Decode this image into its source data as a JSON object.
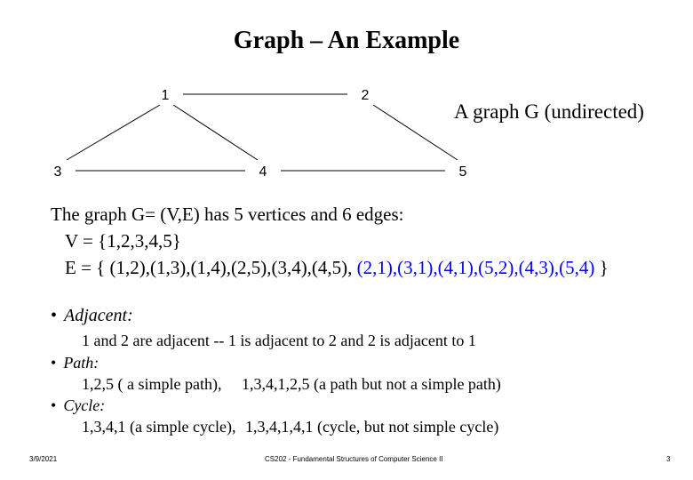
{
  "slide": {
    "title": "Graph – An Example",
    "graph_description": "A graph G (undirected)",
    "graph": {
      "vertices": [
        "1",
        "2",
        "3",
        "4",
        "5"
      ],
      "edges": [
        [
          "1",
          "2"
        ],
        [
          "1",
          "3"
        ],
        [
          "1",
          "4"
        ],
        [
          "2",
          "5"
        ],
        [
          "3",
          "4"
        ],
        [
          "4",
          "5"
        ]
      ]
    },
    "intro": "The graph G= (V,E) has 5 vertices and 6 edges:",
    "v_set": "V = {1,2,3,4,5}",
    "e_set_black": "E = { (1,2),(1,3),(1,4),(2,5),(3,4),(4,5),",
    "e_set_blue": "(2,1),(3,1),(4,1),(5,2),(4,3),(5,4)",
    "e_set_end": "}",
    "adjacent_label": "Adjacent:",
    "adjacent_text": "1 and 2 are adjacent  -- 1 is adjacent to 2 and 2 is adjacent to 1",
    "path_label": "Path:",
    "path_text_a": "1,2,5 ( a simple path),",
    "path_text_b": "1,3,4,1,2,5 (a path but not a simple path)",
    "cycle_label": "Cycle:",
    "cycle_text_a": "1,3,4,1 (a simple cycle),",
    "cycle_text_b": "1,3,4,1,4,1 (cycle, but not simple cycle)",
    "bullet_char": "•",
    "footer_date": "3/9/2021",
    "footer_course": "CS202 - Fundamental Structures of Computer Science II",
    "footer_page": "3"
  }
}
